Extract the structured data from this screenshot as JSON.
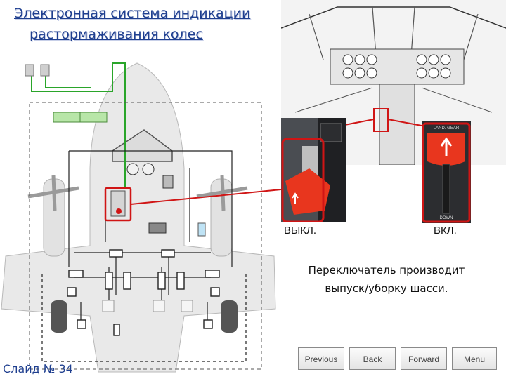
{
  "slide": {
    "title_line1": "Электронная система индикации",
    "title_line2": "растормаживания колес",
    "slide_number": "Слайд № 34"
  },
  "photos": {
    "state_off": "ВЫКЛ.",
    "state_on": "ВКЛ.",
    "lever_label_top": "LAND. GEAR",
    "lever_label_bottom": "DOWN"
  },
  "caption": {
    "line1": "Переключатель производит",
    "line2": "выпуск/уборку шасси."
  },
  "nav": {
    "previous": "Previous",
    "back": "Back",
    "forward": "Forward",
    "menu": "Menu"
  },
  "colors": {
    "title": "#1f3f8f",
    "highlight": "#d01515",
    "wire": "#2aa52a",
    "lever": "#e8361e",
    "aircraft": "#e9e9e9"
  }
}
